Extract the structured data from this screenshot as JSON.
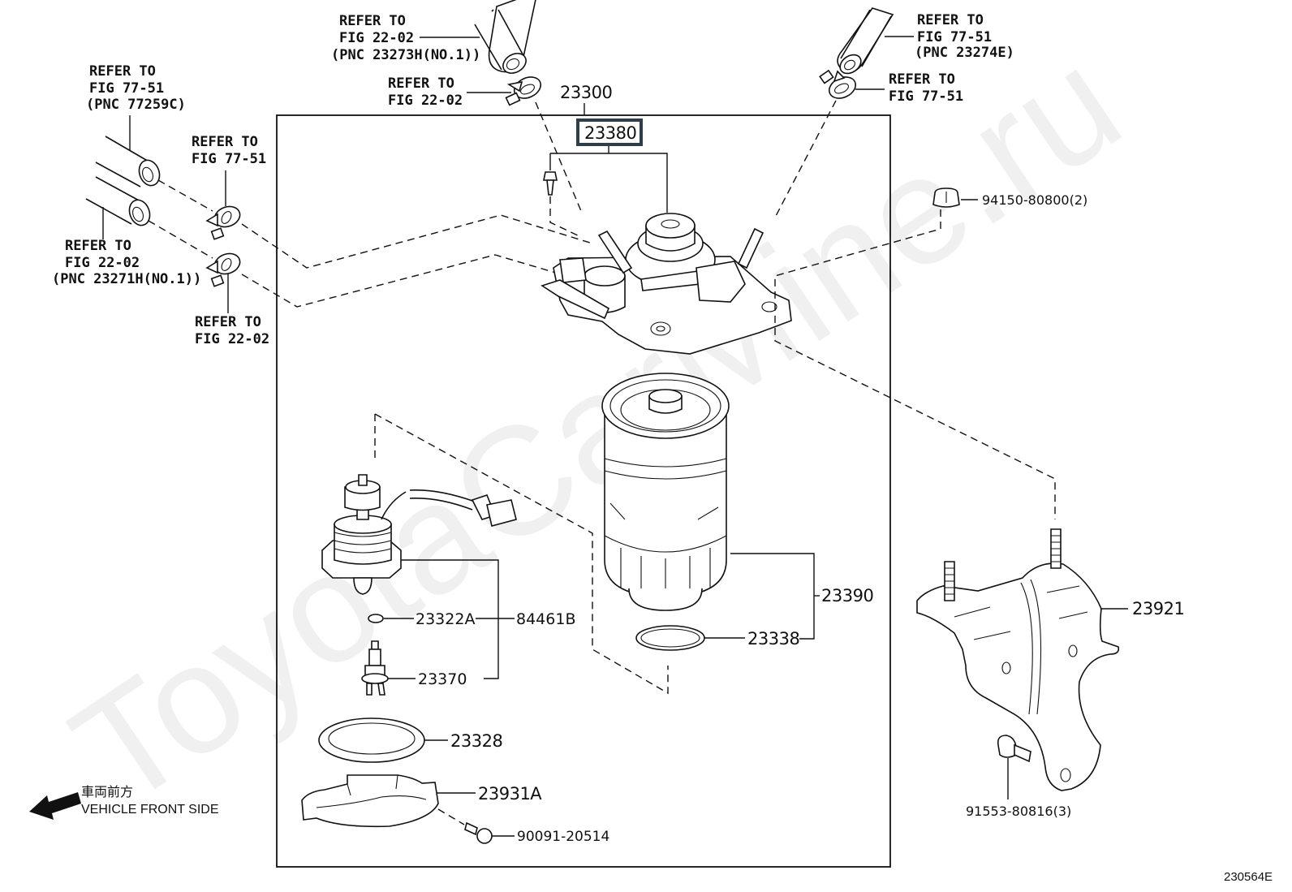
{
  "diagram": {
    "watermark": "ToyotaCarMine.ru",
    "figure_code": "230564E",
    "direction": {
      "label_jp": "車両前方",
      "label_en": "VEHICLE FRONT SIDE",
      "icon": "arrow-left-icon"
    },
    "assembly_label": "23300",
    "highlighted_part": "23380",
    "references": [
      {
        "id": "ref-top-hose",
        "lines": [
          "REFER TO",
          "FIG 22-02",
          "(PNC 23273H(NO.1))"
        ]
      },
      {
        "id": "ref-top-clamp",
        "lines": [
          "REFER TO",
          "FIG 22-02"
        ]
      },
      {
        "id": "ref-right-hose",
        "lines": [
          "REFER TO",
          "FIG 77-51",
          "(PNC 23274E)"
        ]
      },
      {
        "id": "ref-right-clamp",
        "lines": [
          "REFER TO",
          "FIG 77-51"
        ]
      },
      {
        "id": "ref-left-hose-upper",
        "lines": [
          "REFER TO",
          "FIG 77-51",
          "(PNC 77259C)"
        ]
      },
      {
        "id": "ref-left-clamp-upper",
        "lines": [
          "REFER TO",
          "FIG 77-51"
        ]
      },
      {
        "id": "ref-left-hose-lower",
        "lines": [
          "REFER TO",
          "FIG 22-02",
          "(PNC 23271H(NO.1))"
        ]
      },
      {
        "id": "ref-left-clamp-lower",
        "lines": [
          "REFER TO",
          "FIG 22-02"
        ]
      }
    ],
    "parts": {
      "nut": "94150-80800(2)",
      "filter_element": "23390",
      "o_ring_filter": "23338",
      "bracket": "23921",
      "bracket_bolt": "91553-80816(3)",
      "gasket": "23322A",
      "sensor": "84461B",
      "drain_plug": "23370",
      "ring": "23328",
      "cover": "23931A",
      "screw": "90091-20514"
    }
  }
}
